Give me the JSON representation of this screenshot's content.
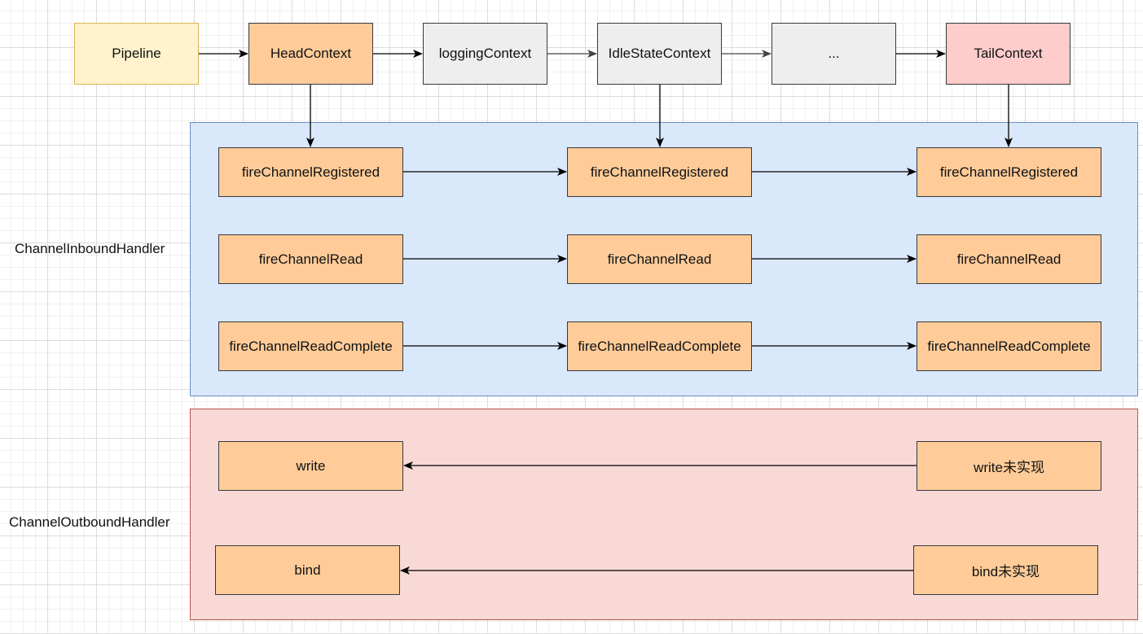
{
  "chain": {
    "pipeline": "Pipeline",
    "head": "HeadContext",
    "logging": "loggingContext",
    "idle": "IdleStateContext",
    "ellipsis": "...",
    "tail": "TailContext"
  },
  "inbound": {
    "label": "ChannelInboundHandler",
    "rows": [
      [
        "fireChannelRegistered",
        "fireChannelRegistered",
        "fireChannelRegistered"
      ],
      [
        "fireChannelRead",
        "fireChannelRead",
        "fireChannelRead"
      ],
      [
        "fireChannelReadComplete",
        "fireChannelReadComplete",
        "fireChannelReadComplete"
      ]
    ]
  },
  "outbound": {
    "label": "ChannelOutboundHandler",
    "rows": [
      [
        "write",
        "write未实现"
      ],
      [
        "bind",
        "bind未实现"
      ]
    ]
  },
  "colors": {
    "pipeline_fill": "#fff2cc",
    "context_fill": "#ffcc99",
    "neutral_fill": "#eeeeee",
    "tail_fill": "#ffcccc",
    "inbound_fill": "#dae8fc",
    "outbound_fill": "#f8d9d6"
  }
}
